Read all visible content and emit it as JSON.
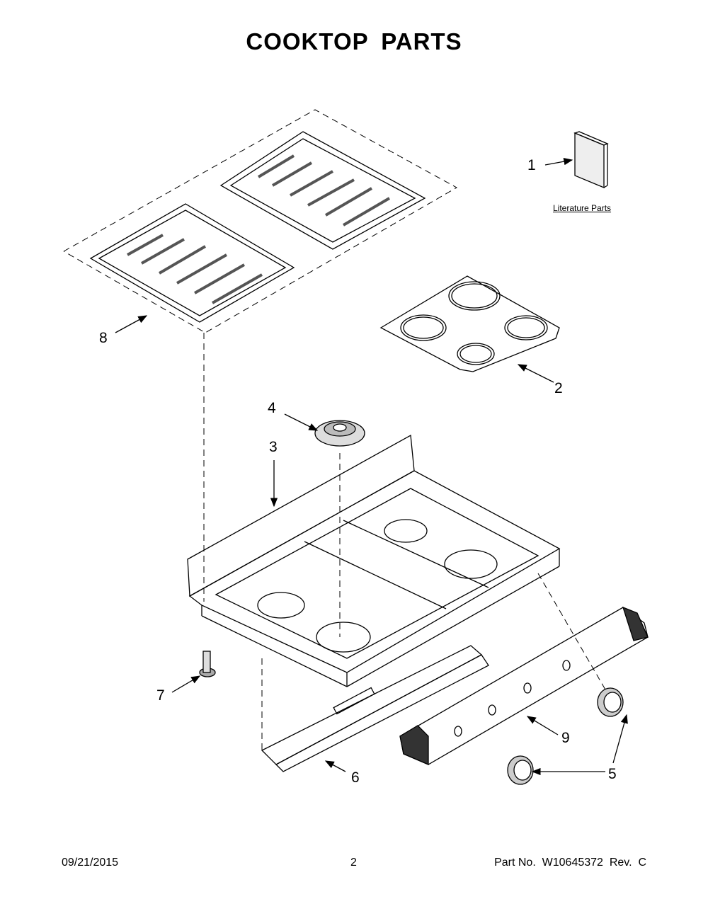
{
  "title": "COOKTOP PARTS",
  "literature_label": "Literature Parts",
  "callouts": [
    "1",
    "2",
    "3",
    "4",
    "5",
    "6",
    "7",
    "8",
    "9"
  ],
  "footer": {
    "date": "09/21/2015",
    "page": "2",
    "part_no": "Part No.  W10645372  Rev.  C"
  }
}
